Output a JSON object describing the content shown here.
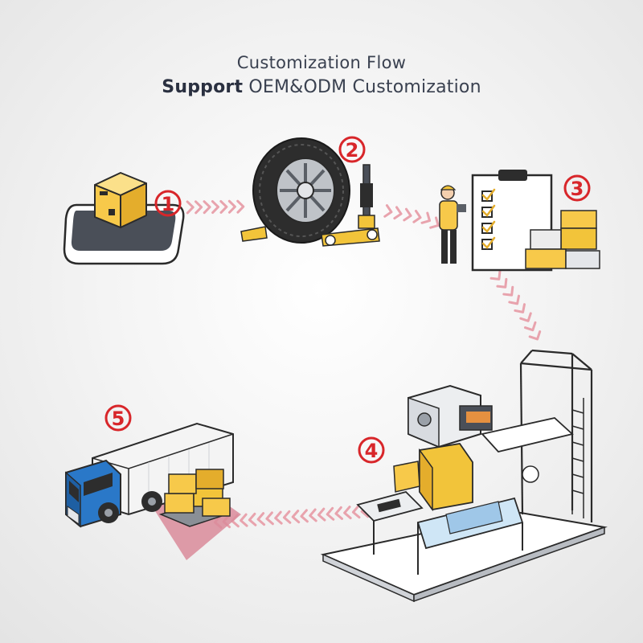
{
  "header": {
    "title": "Customization Flow",
    "subtitle_bold": "Support",
    "subtitle_rest": " OEM&ODM Customization"
  },
  "steps": [
    {
      "number": "1",
      "icon": "phone-box-icon"
    },
    {
      "number": "2",
      "icon": "tire-jack-icon"
    },
    {
      "number": "3",
      "icon": "checklist-inspection-icon"
    },
    {
      "number": "4",
      "icon": "factory-machine-icon"
    },
    {
      "number": "5",
      "icon": "delivery-truck-icon"
    }
  ],
  "colors": {
    "accent_red": "#d8262a",
    "arrow_pink": "#e8a3ad",
    "box_yellow": "#f7c94a",
    "truck_blue": "#2a78c8",
    "outline": "#2a2a2a"
  }
}
